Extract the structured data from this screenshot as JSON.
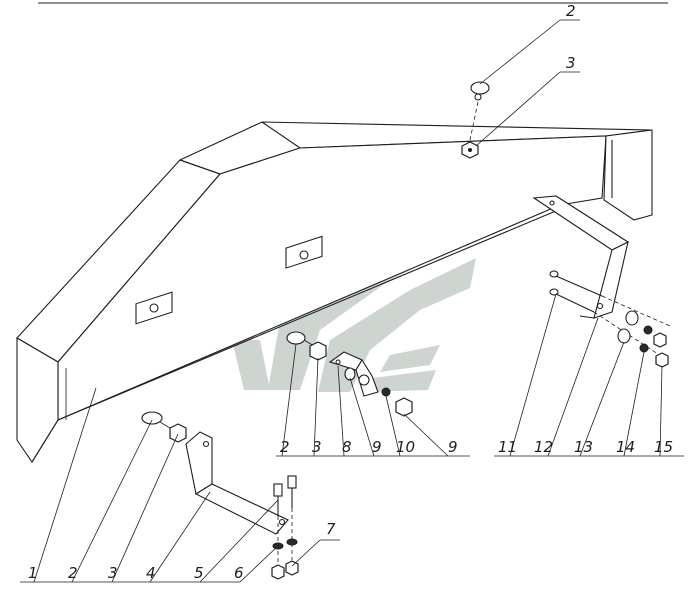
{
  "diagram": {
    "callouts_bottom": [
      "1",
      "2",
      "3",
      "4",
      "5",
      "6",
      "7",
      "2",
      "3",
      "8",
      "9",
      "10",
      "9",
      "11",
      "12",
      "13",
      "14",
      "15"
    ],
    "callouts_top": [
      "2",
      "3"
    ]
  },
  "colors": {
    "line": "#1e1e1e",
    "watermark": "#c9d0cc",
    "background": "#ffffff"
  },
  "icons": {
    "watermark": "brand-logo-watermark"
  }
}
